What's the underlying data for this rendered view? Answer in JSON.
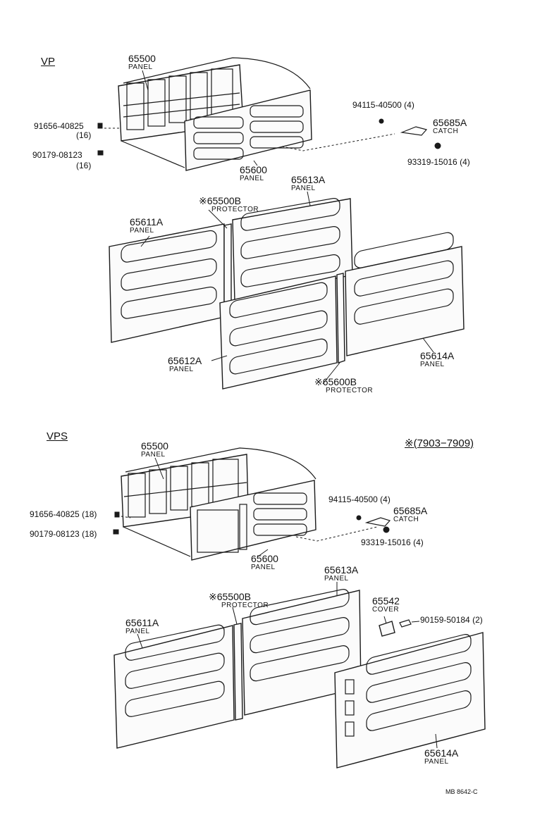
{
  "diagram": {
    "vp": {
      "section": "VP",
      "p65500": {
        "num": "65500",
        "name": "PANEL"
      },
      "p65600": {
        "num": "65600",
        "name": "PANEL"
      },
      "bolt": {
        "num": "91656-40825",
        "qty": "(16)"
      },
      "nut": {
        "num": "90179-08123",
        "qty": "(16)"
      },
      "screw": "94115-40500 (4)",
      "catch": {
        "num": "65685A",
        "name": "CATCH"
      },
      "pin": "93319-15016 (4)",
      "p65613a": {
        "num": "65613A",
        "name": "PANEL"
      },
      "p65500b": {
        "num": "※65500B",
        "name": "PROTECTOR"
      },
      "p65611a": {
        "num": "65611A",
        "name": "PANEL"
      },
      "p65612a": {
        "num": "65612A",
        "name": "PANEL"
      },
      "p65600b": {
        "num": "※65600B",
        "name": "PROTECTOR"
      },
      "p65614a": {
        "num": "65614A",
        "name": "PANEL"
      }
    },
    "vps": {
      "section": "VPS",
      "period": "※(7903−7909)",
      "p65500": {
        "num": "65500",
        "name": "PANEL"
      },
      "p65600": {
        "num": "65600",
        "name": "PANEL"
      },
      "bolt": "91656-40825 (18)",
      "nut": "90179-08123 (18)",
      "screw": "94115-40500 (4)",
      "catch": {
        "num": "65685A",
        "name": "CATCH"
      },
      "pin": "93319-15016 (4)",
      "p65613a": {
        "num": "65613A",
        "name": "PANEL"
      },
      "p65500b": {
        "num": "※65500B",
        "name": "PROTECTOR"
      },
      "cover": {
        "num": "65542",
        "name": "COVER"
      },
      "coverscrew": "90159-50184 (2)",
      "p65611a": {
        "num": "65611A",
        "name": "PANEL"
      },
      "p65614a": {
        "num": "65614A",
        "name": "PANEL"
      }
    },
    "code": "MB 8642-C"
  }
}
